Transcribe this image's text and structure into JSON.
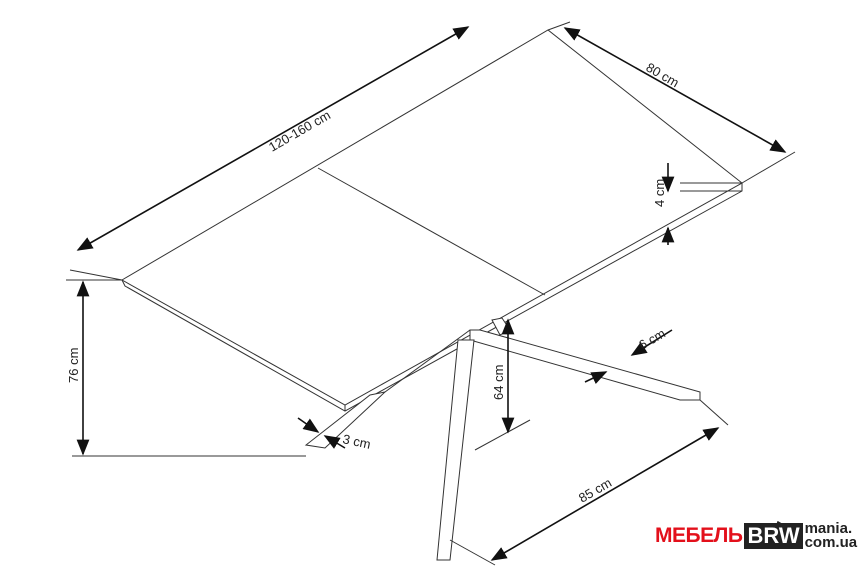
{
  "dimensions": {
    "length": "120-160 cm",
    "width": "80 cm",
    "top_thickness": "4 cm",
    "height": "76 cm",
    "leg_clearance": "64 cm",
    "leg_thickness_front": "3 cm",
    "leg_width": "6 cm",
    "leg_span": "85 cm"
  },
  "logo": {
    "part1": "МЕБЕЛЬ",
    "part2": "BRW",
    "part3": "mania.",
    "part4": "com.ua"
  },
  "colors": {
    "line": "#222222",
    "logo_red": "#e3101b"
  }
}
